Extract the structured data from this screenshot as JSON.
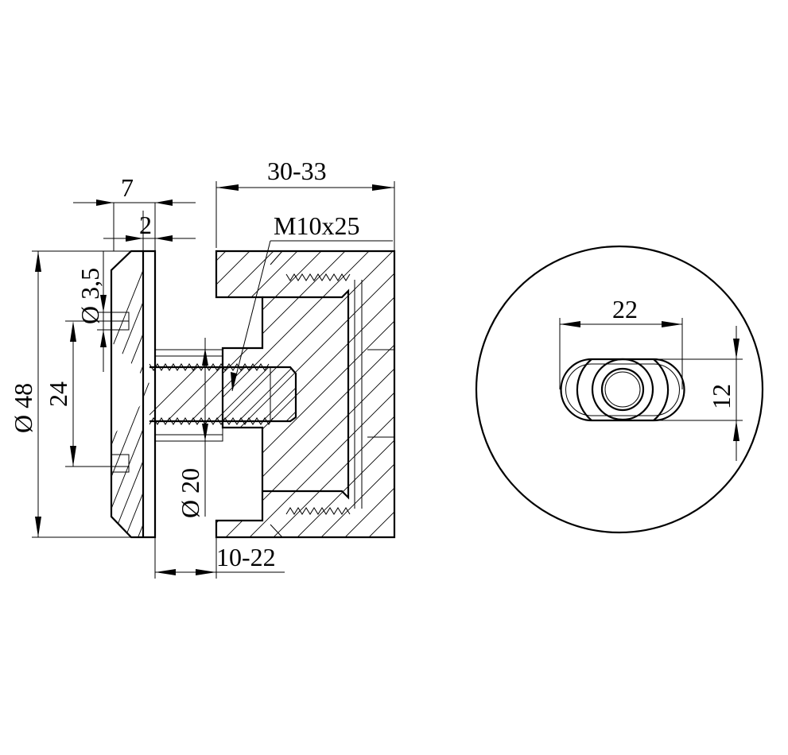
{
  "dimensions": {
    "width_7": "7",
    "width_2": "2",
    "length_30_33": "30-33",
    "thread_m10x25": "M10x25",
    "dia_3_5": "Ø 3,5",
    "dia_48": "Ø 48",
    "height_24": "24",
    "dia_20": "Ø 20",
    "gap_10_22": "10-22",
    "slot_22": "22",
    "slot_12": "12"
  }
}
